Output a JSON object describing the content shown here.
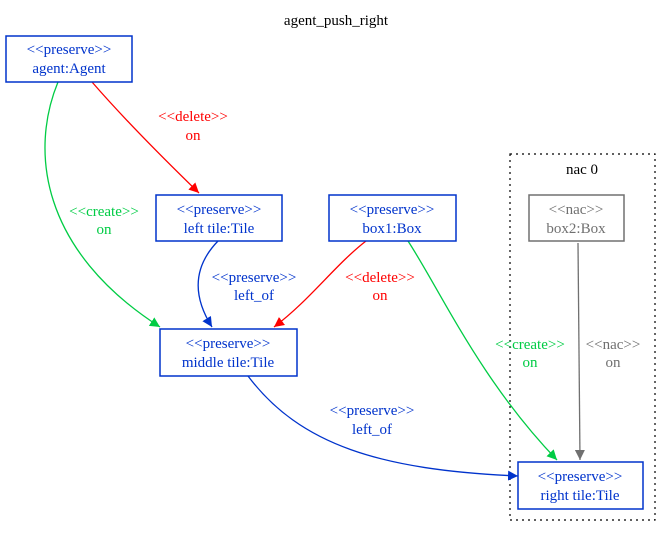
{
  "title": "agent_push_right",
  "colors": {
    "preserve": "#0033cc",
    "delete": "#ff0000",
    "create": "#00cc44",
    "nac": "#707070",
    "frame": "#000000"
  },
  "cluster": {
    "label": "nac 0"
  },
  "nodes": {
    "agent": {
      "stereotype": "<<preserve>>",
      "label": "agent:Agent"
    },
    "left": {
      "stereotype": "<<preserve>>",
      "label": "left tile:Tile"
    },
    "box1": {
      "stereotype": "<<preserve>>",
      "label": "box1:Box"
    },
    "middle": {
      "stereotype": "<<preserve>>",
      "label": "middle tile:Tile"
    },
    "box2": {
      "stereotype": "<<nac>>",
      "label": "box2:Box"
    },
    "right": {
      "stereotype": "<<preserve>>",
      "label": "right tile:Tile"
    }
  },
  "edges": {
    "agent_left": {
      "stereotype": "<<delete>>",
      "label": "on"
    },
    "agent_middle": {
      "stereotype": "<<create>>",
      "label": "on"
    },
    "left_middle": {
      "stereotype": "<<preserve>>",
      "label": "left_of"
    },
    "box1_middle": {
      "stereotype": "<<delete>>",
      "label": "on"
    },
    "box1_right": {
      "stereotype": "<<create>>",
      "label": "on"
    },
    "box2_right": {
      "stereotype": "<<nac>>",
      "label": "on"
    },
    "middle_right": {
      "stereotype": "<<preserve>>",
      "label": "left_of"
    }
  }
}
